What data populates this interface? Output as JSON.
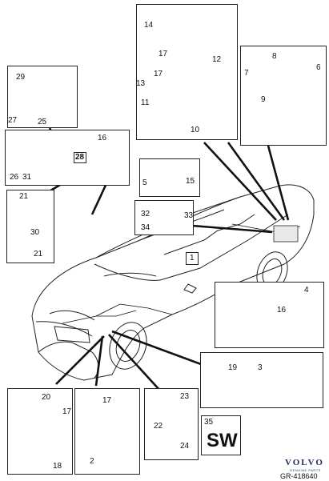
{
  "callouts": {
    "n1": "1",
    "n2": "2",
    "n3": "3",
    "n4": "4",
    "n5": "5",
    "n6": "6",
    "n7": "7",
    "n8": "8",
    "n9": "9",
    "n10": "10",
    "n11": "11",
    "n12": "12",
    "n13": "13",
    "n14": "14",
    "n15": "15",
    "n16a": "16",
    "n16b": "16",
    "n17a": "17",
    "n17b": "17",
    "n17c": "17",
    "n18": "18",
    "n19": "19",
    "n20": "20",
    "n21a": "21",
    "n21b": "21",
    "n22": "22",
    "n23": "23",
    "n24": "24",
    "n25": "25",
    "n26": "26",
    "n27": "27",
    "n28": "28",
    "n29": "29",
    "n30": "30",
    "n31": "31",
    "n32": "32",
    "n33": "33",
    "n34": "34",
    "n35": "35"
  },
  "sw_label": "SW",
  "brand": {
    "name": "VOLVO",
    "tagline": "GENUINE PARTS"
  },
  "reference": "GR-418640",
  "colors": {
    "line": "#111111",
    "brand": "#1a2b5c"
  }
}
